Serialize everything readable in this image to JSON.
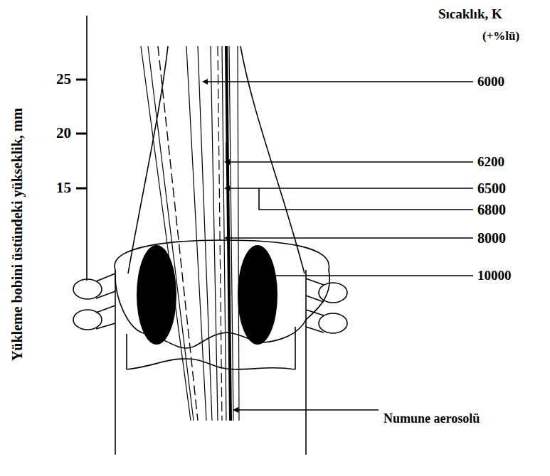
{
  "diagram": {
    "labels": [
      "Yükleme bobini üstündeki yükseklik, mm",
      "25",
      "20",
      "15",
      "Sıcaklık, K",
      "(+%lü)",
      "6000",
      "6200",
      "6500",
      "6800",
      "8000",
      "10000",
      "Numune aerosolü"
    ]
  }
}
